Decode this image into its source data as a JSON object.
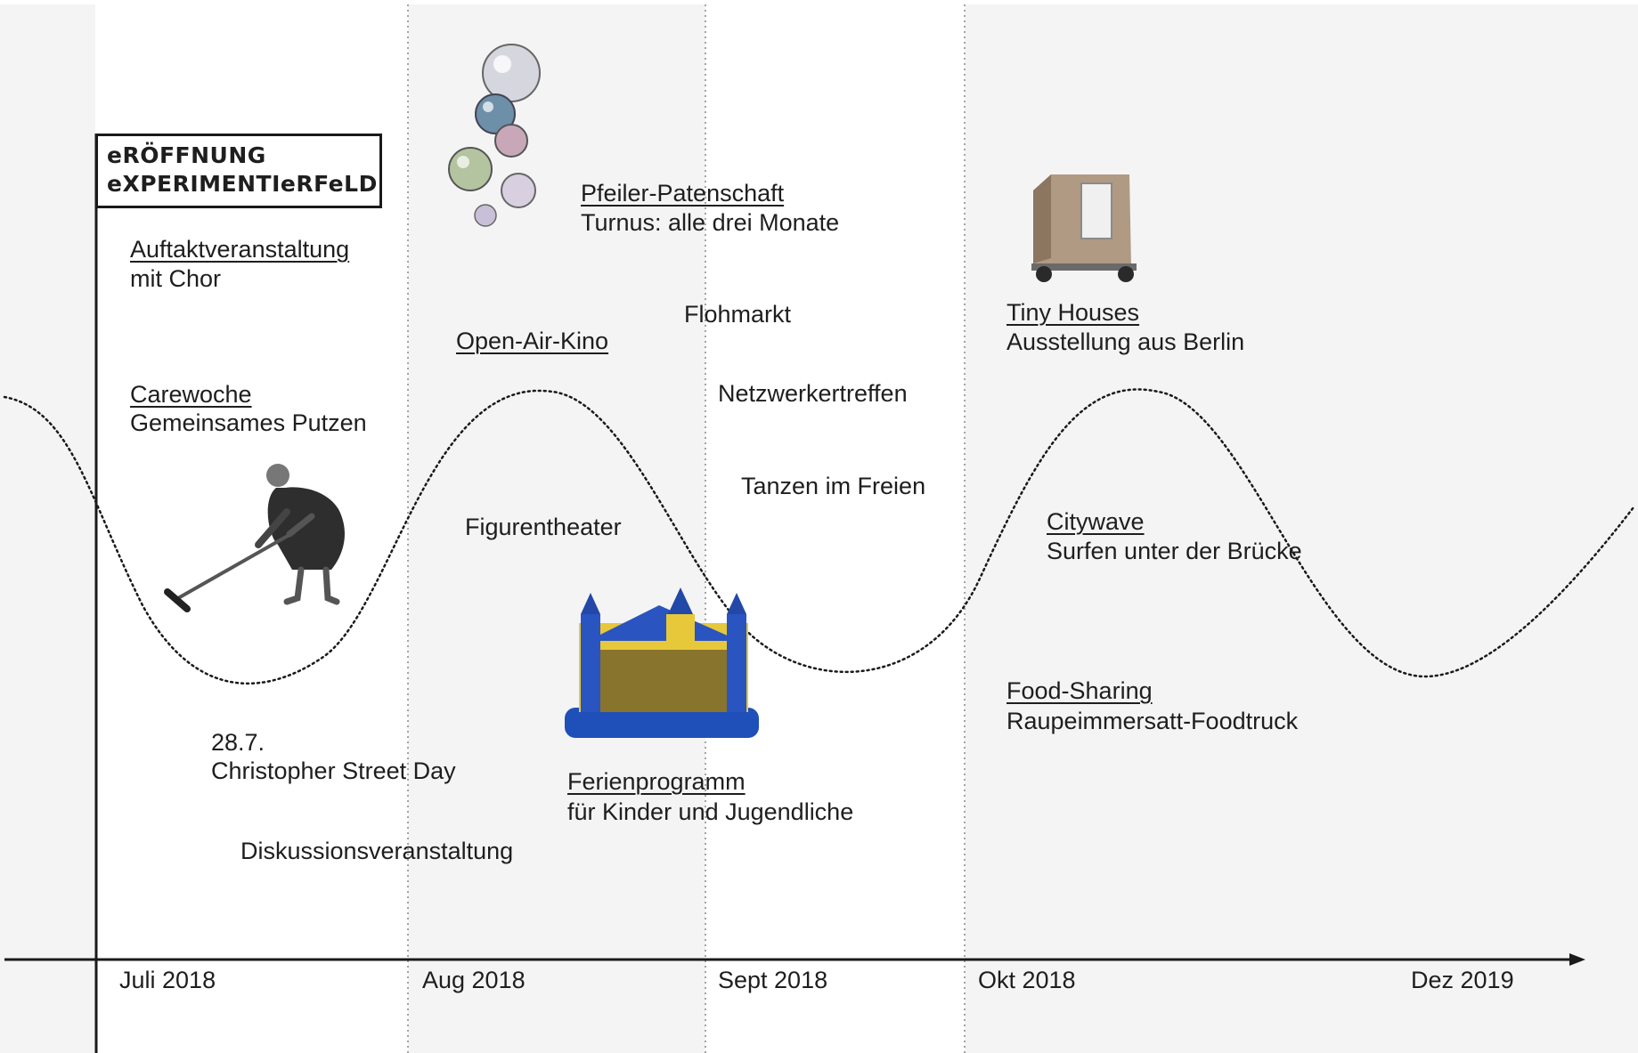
{
  "opening": {
    "line1": "eRÖFFNUNG",
    "line2": "eXPERIMENTIeRFeLD"
  },
  "months": [
    "Juli 2018",
    "Aug 2018",
    "Sept 2018",
    "Okt 2018",
    "Dez 2019"
  ],
  "events": {
    "auftakt": {
      "title": "Auftaktveranstaltung",
      "subtitle": "mit Chor"
    },
    "carewoche": {
      "title": "Carewoche",
      "subtitle": "Gemeinsames Putzen"
    },
    "csd": {
      "date": "28.7.",
      "title": "Christopher Street Day"
    },
    "diskussion": {
      "title": "Diskussionsveranstaltung"
    },
    "pfeiler": {
      "title": "Pfeiler-Patenschaft",
      "subtitle": "Turnus: alle drei Monate"
    },
    "kino": {
      "title": "Open-Air-Kino"
    },
    "flohmarkt": {
      "title": "Flohmarkt"
    },
    "netzwerk": {
      "title": "Netzwerkertreffen"
    },
    "tanzen": {
      "title": "Tanzen im Freien"
    },
    "figuren": {
      "title": "Figurentheater"
    },
    "ferien": {
      "title": "Ferienprogramm",
      "subtitle": "für Kinder und Jugendliche"
    },
    "tiny": {
      "title": "Tiny Houses",
      "subtitle": "Ausstellung aus Berlin"
    },
    "citywave": {
      "title": "Citywave",
      "subtitle": "Surfen unter der Brücke"
    },
    "food": {
      "title": "Food-Sharing",
      "subtitle": "Raupeimmersatt-Foodtruck"
    }
  },
  "colors": {
    "text": "#1e1e1e",
    "band_light": "#f4f4f4",
    "band_white": "#ffffff",
    "line": "#1a1a1a"
  }
}
